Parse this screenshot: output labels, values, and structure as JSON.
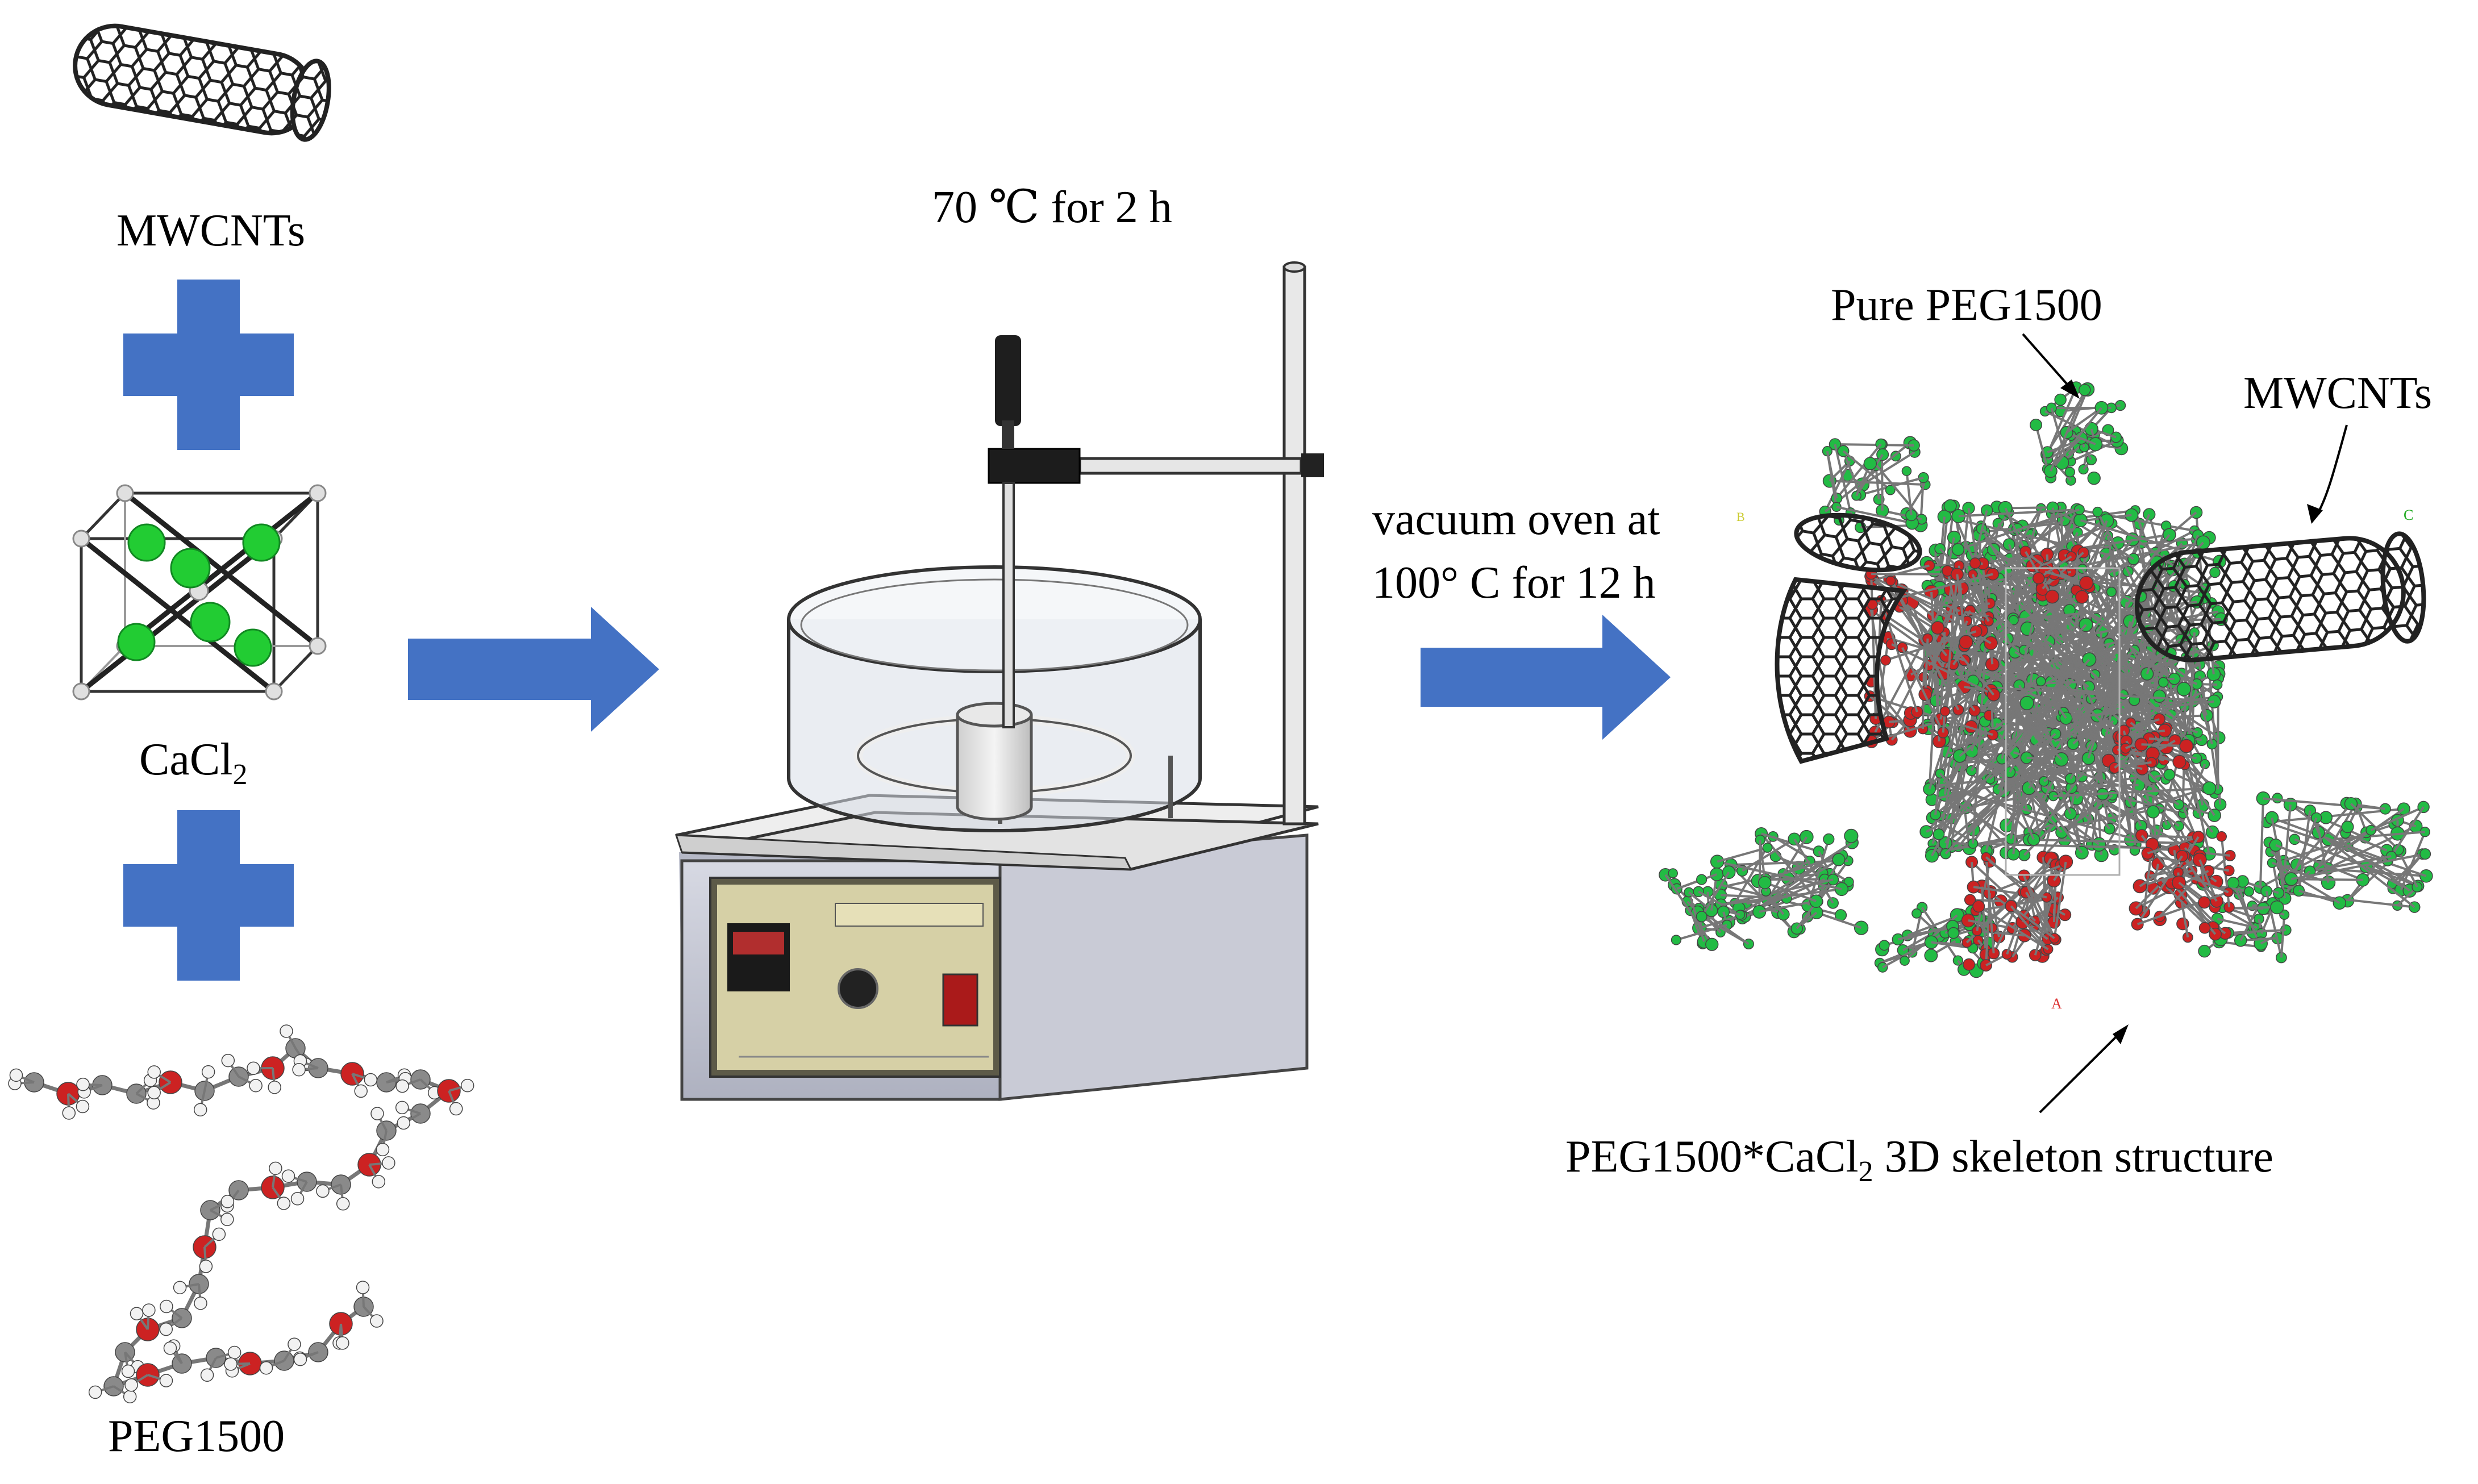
{
  "reactants": {
    "mwcnts_label": "MWCNTs",
    "cacl2_label": "CaCl",
    "cacl2_sub": "2",
    "peg_label": "PEG1500"
  },
  "process": {
    "step1_condition": "70 ℃ for 2 h",
    "step2_line1": "vacuum oven at",
    "step2_line2": "100° C for 12 h"
  },
  "product": {
    "pure_peg_label": "Pure PEG1500",
    "mwcnts_label": "MWCNTs",
    "skeleton_label_pre": "PEG1500*CaCl",
    "skeleton_label_sub": "2",
    "skeleton_label_post": " 3D skeleton structure"
  },
  "colors": {
    "arrow_blue": "#4472c4",
    "atom_green": "#22bb44",
    "atom_red": "#cc2222",
    "atom_grey": "#8a8a8a",
    "nanotube_black": "#222222"
  }
}
